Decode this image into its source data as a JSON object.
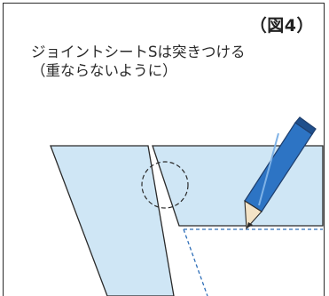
{
  "figure": {
    "label": "（図4）",
    "caption_line1": "ジョイントシートSは突きつける",
    "caption_line2": "（重ならないように）"
  },
  "colors": {
    "sheet_fill": "#cfe6f5",
    "outline": "#2a2a2a",
    "dash_line": "#2f6fb8",
    "pencil_body": "#2d74c4",
    "pencil_dark": "#1f4f8c"
  },
  "icons": {
    "tool": "pencil-icon",
    "highlight": "dashed-circle"
  }
}
